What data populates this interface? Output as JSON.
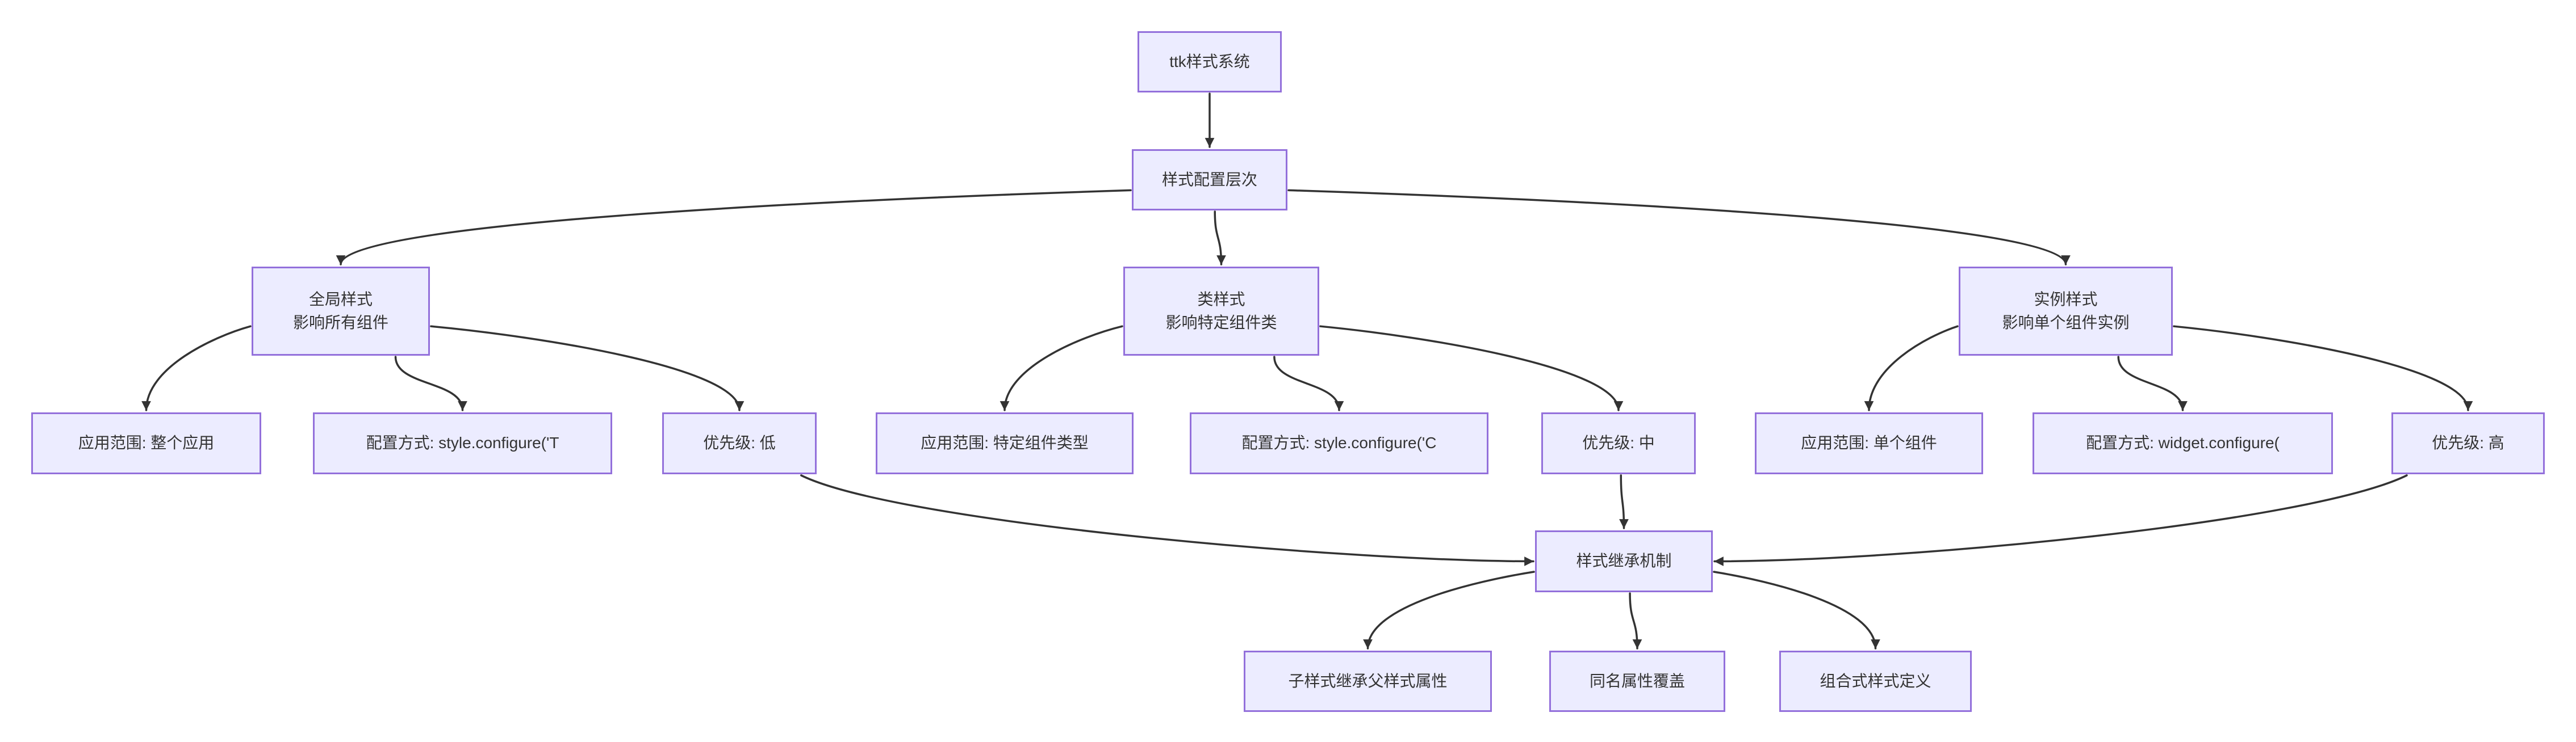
{
  "diagram": {
    "type": "flowchart",
    "colors": {
      "background": "#FFFFFF",
      "node_fill": "#ECECFF",
      "node_border": "#9370DB",
      "text": "#333333",
      "edge": "#333333"
    },
    "nodes": {
      "root": {
        "lines": [
          "ttk样式系统"
        ]
      },
      "config": {
        "lines": [
          "样式配置层次"
        ]
      },
      "global": {
        "lines": [
          "全局样式",
          "影响所有组件"
        ]
      },
      "cls": {
        "lines": [
          "类样式",
          "影响特定组件类"
        ]
      },
      "instance": {
        "lines": [
          "实例样式",
          "影响单个组件实例"
        ]
      },
      "g1": {
        "lines": [
          "应用范围: 整个应用"
        ]
      },
      "g2": {
        "lines": [
          "配置方式: style.configure('T"
        ]
      },
      "g3": {
        "lines": [
          "优先级: 低"
        ]
      },
      "c1": {
        "lines": [
          "应用范围: 特定组件类型"
        ]
      },
      "c2": {
        "lines": [
          "配置方式: style.configure('C"
        ]
      },
      "c3": {
        "lines": [
          "优先级: 中"
        ]
      },
      "i1": {
        "lines": [
          "应用范围: 单个组件"
        ]
      },
      "i2": {
        "lines": [
          "配置方式: widget.configure("
        ]
      },
      "i3": {
        "lines": [
          "优先级: 高"
        ]
      },
      "inherit": {
        "lines": [
          "样式继承机制"
        ]
      },
      "h1": {
        "lines": [
          "子样式继承父样式属性"
        ]
      },
      "h2": {
        "lines": [
          "同名属性覆盖"
        ]
      },
      "h3": {
        "lines": [
          "组合式样式定义"
        ]
      }
    },
    "edges": [
      {
        "from": "root",
        "to": "config"
      },
      {
        "from": "config",
        "to": "global"
      },
      {
        "from": "config",
        "to": "cls"
      },
      {
        "from": "config",
        "to": "instance"
      },
      {
        "from": "global",
        "to": "g1"
      },
      {
        "from": "global",
        "to": "g2"
      },
      {
        "from": "global",
        "to": "g3"
      },
      {
        "from": "cls",
        "to": "c1"
      },
      {
        "from": "cls",
        "to": "c2"
      },
      {
        "from": "cls",
        "to": "c3"
      },
      {
        "from": "instance",
        "to": "i1"
      },
      {
        "from": "instance",
        "to": "i2"
      },
      {
        "from": "instance",
        "to": "i3"
      },
      {
        "from": "g3",
        "to": "inherit",
        "to_side": "left"
      },
      {
        "from": "c3",
        "to": "inherit"
      },
      {
        "from": "i3",
        "to": "inherit",
        "to_side": "right"
      },
      {
        "from": "inherit",
        "to": "h1"
      },
      {
        "from": "inherit",
        "to": "h2"
      },
      {
        "from": "inherit",
        "to": "h3"
      }
    ]
  }
}
